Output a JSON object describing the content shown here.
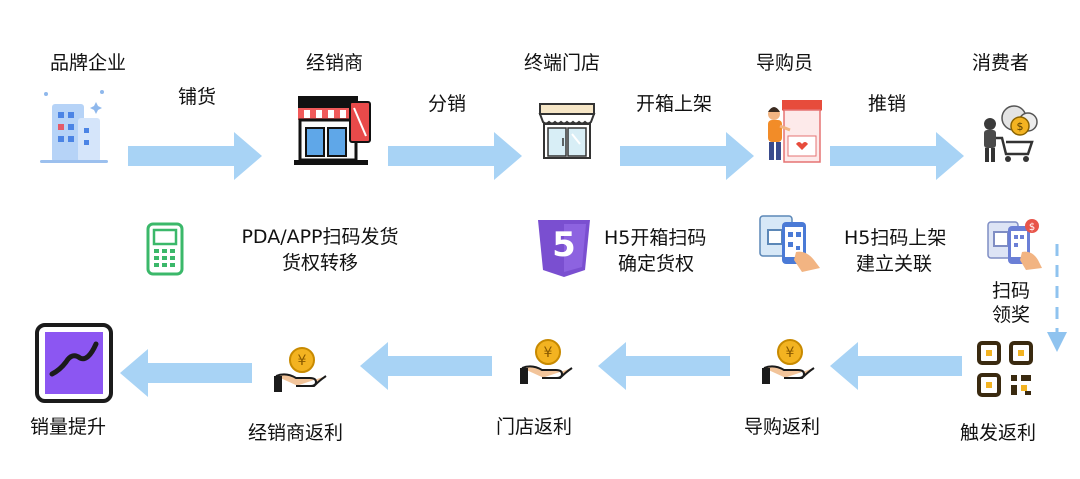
{
  "top_row": {
    "nodes": [
      "品牌企业",
      "经销商",
      "终端门店",
      "导购员",
      "消费者"
    ],
    "edges": [
      "铺货",
      "分销",
      "开箱上架",
      "推销"
    ]
  },
  "middle_row": {
    "pda": {
      "line1": "PDA/APP扫码发货",
      "line2": "货权转移"
    },
    "h5_open": {
      "line1": "H5开箱扫码",
      "line2": "确定货权"
    },
    "h5_shelf": {
      "line1": "H5扫码上架",
      "line2": "建立关联"
    },
    "scan_reward": {
      "line1": "扫码",
      "line2": "领奖"
    },
    "h5_badge": "5"
  },
  "bottom_row": {
    "nodes": [
      "销量提升",
      "经销商返利",
      "门店返利",
      "导购返利",
      "触发返利"
    ]
  },
  "colors": {
    "arrow": "#a8d3f5",
    "arrow_dash": "#8fc3ef",
    "html5": "#7a4fd0",
    "coin": "#f3b321",
    "green": "#3bb86a"
  },
  "icons": [
    "building-icon",
    "wholesaler-store-icon",
    "shop-front-icon",
    "sales-clerk-icon",
    "shopper-icon",
    "pda-device-icon",
    "html5-icon",
    "phone-scan-icon",
    "phone-reward-icon",
    "chart-up-icon",
    "hand-coin-icon",
    "qr-code-icon"
  ]
}
